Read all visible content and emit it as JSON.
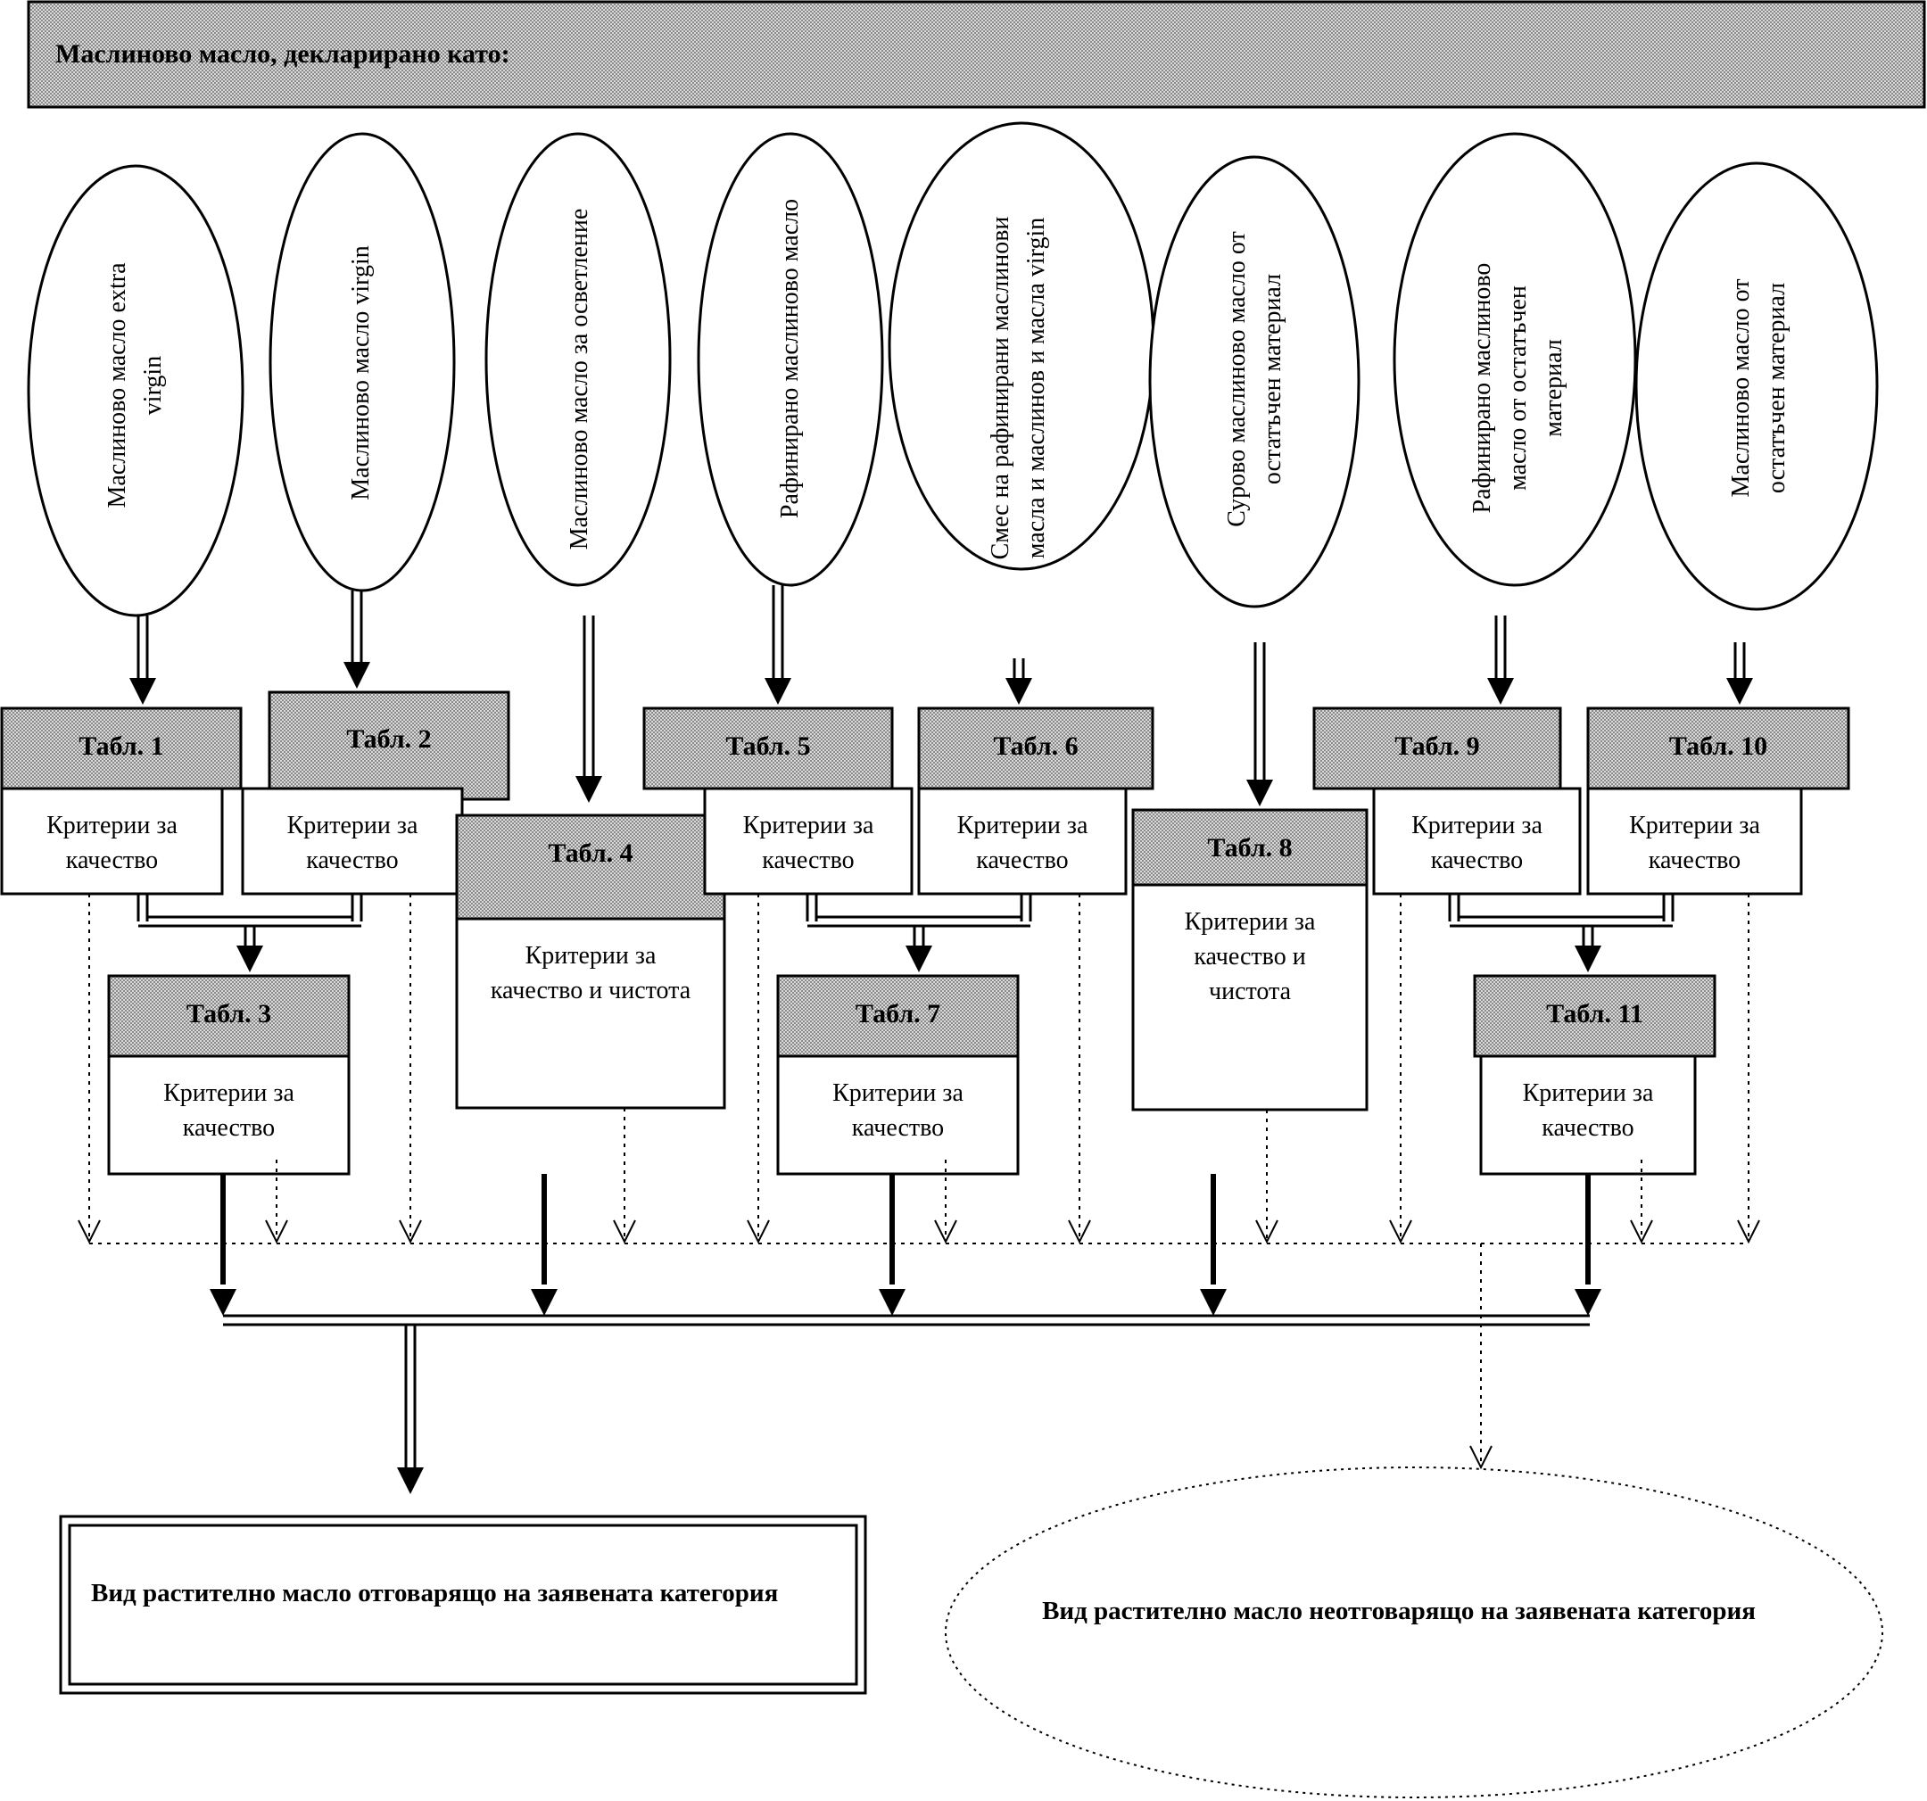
{
  "header": {
    "title": "Маслиново масло, декларирано като:"
  },
  "categories": [
    {
      "lines": [
        "Маслиново масло extra",
        "virgin"
      ]
    },
    {
      "lines": [
        "Маслиново масло virgin"
      ]
    },
    {
      "lines": [
        "Маслиново масло за осветление"
      ]
    },
    {
      "lines": [
        "Рафинирано маслиново масло"
      ]
    },
    {
      "lines": [
        "Смес на рафинирани маслинови",
        "масла и маслинов и масла virgin"
      ]
    },
    {
      "lines": [
        "Сурово маслиново масло от",
        "остатъчен материал"
      ]
    },
    {
      "lines": [
        "Рафинирано маслиново",
        "масло от остатъчен",
        "материал"
      ]
    },
    {
      "lines": [
        "Маслиново масло от",
        "остатъчен материал"
      ]
    }
  ],
  "tables": [
    {
      "label": "Табл. 1",
      "criteria": [
        "Критерии за",
        "качество"
      ]
    },
    {
      "label": "Табл. 2",
      "criteria": [
        "Критерии за",
        "качество"
      ]
    },
    {
      "label": "Табл. 3",
      "criteria": [
        "Критерии за",
        "качество"
      ]
    },
    {
      "label": "Табл. 4",
      "criteria": [
        "Критерии за",
        "качество и чистота"
      ]
    },
    {
      "label": "Табл. 5",
      "criteria": [
        "Критерии за",
        "качество"
      ]
    },
    {
      "label": "Табл. 6",
      "criteria": [
        "Критерии за",
        "качество"
      ]
    },
    {
      "label": "Табл. 7",
      "criteria": [
        "Критерии за",
        "качество"
      ]
    },
    {
      "label": "Табл. 8",
      "criteria": [
        "Критерии за",
        "качество и",
        "чистота"
      ]
    },
    {
      "label": "Табл. 9",
      "criteria": [
        "Критерии за",
        "качество"
      ]
    },
    {
      "label": "Табл. 10",
      "criteria": [
        "Критерии за",
        "качество"
      ]
    },
    {
      "label": "Табл. 11",
      "criteria": [
        "Критерии за",
        "качество"
      ]
    }
  ],
  "results": {
    "compliant": "Вид растително масло отговарящо на заявената категория",
    "non_compliant": "Вид растително масло неотговарящо на заявената категория"
  },
  "colors": {
    "header_fill": "#c4c4c4",
    "line": "#000000",
    "background": "#ffffff"
  }
}
